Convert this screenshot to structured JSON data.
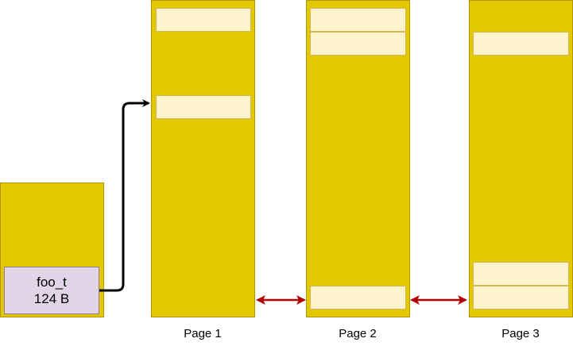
{
  "allocation": {
    "struct_name": "foo_t",
    "struct_size": "124 B"
  },
  "pages": [
    {
      "label": "Page 1"
    },
    {
      "label": "Page 2"
    },
    {
      "label": "Page 3"
    }
  ],
  "colors": {
    "page_fill": "#e1c800",
    "slot_fill": "#fff2cc",
    "struct_fill": "#e1d5e7",
    "pointer_arrow": "#000000",
    "link_arrow": "#b20000"
  }
}
